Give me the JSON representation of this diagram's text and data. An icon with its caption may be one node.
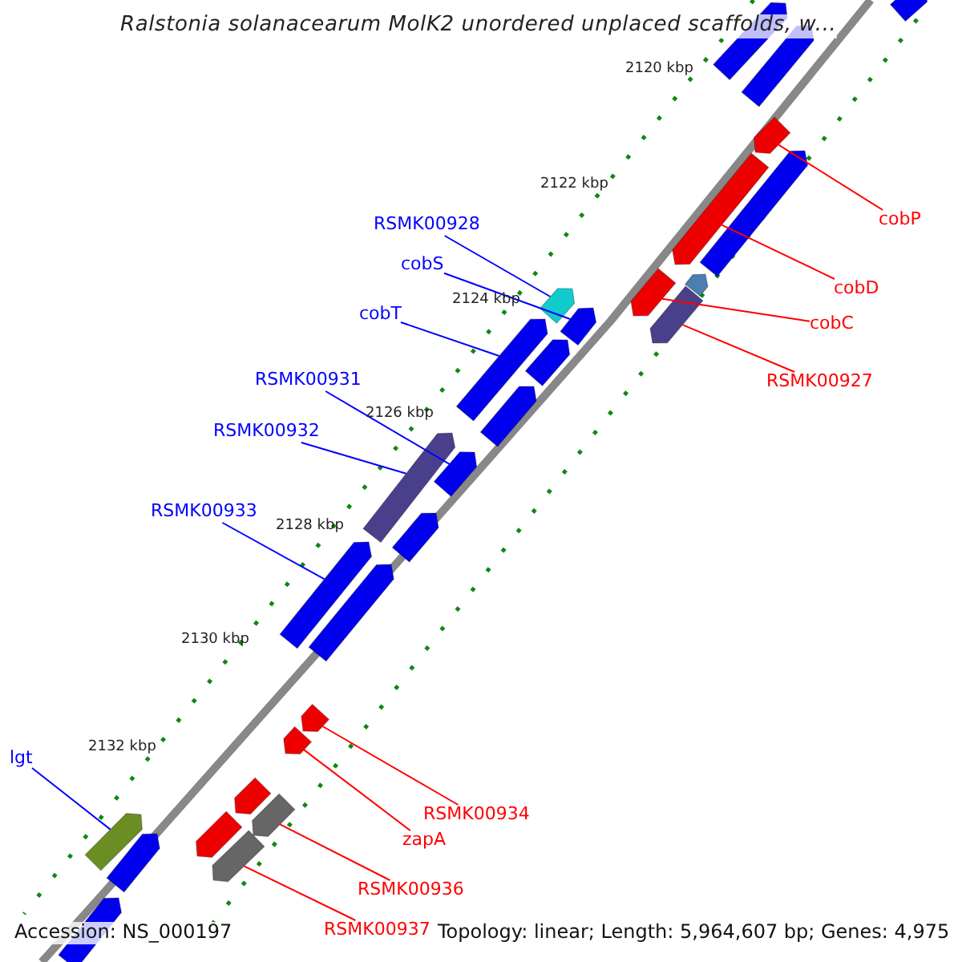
{
  "diagram": {
    "title": "Ralstonia solanacearum MolK2 unordered unplaced scaffolds, w...",
    "nodes": [
      {
        "text": [
          "cobP"
        ]
      },
      {
        "text": [
          "RSMK00928"
        ]
      },
      {
        "text": [
          "cobS"
        ]
      },
      {
        "text": [
          "cobD"
        ]
      },
      {
        "text": [
          "cobT"
        ]
      },
      {
        "text": [
          "cobC"
        ]
      },
      {
        "text": [
          "RSMK00927"
        ]
      },
      {
        "text": [
          "RSMK00931"
        ]
      },
      {
        "text": [
          "RSMK00932"
        ]
      },
      {
        "text": [
          "RSMK00933"
        ]
      },
      {
        "text": [
          "lgt"
        ]
      },
      {
        "text": [
          "RSMK00934"
        ]
      },
      {
        "text": [
          "zapA"
        ]
      },
      {
        "text": [
          "RSMK00936"
        ]
      },
      {
        "text": [
          "RSMK00937"
        ]
      },
      {
        "text": [],
        "shape": "bar"
      },
      {
        "text": [],
        "shape": "bar"
      },
      {
        "text": [],
        "shape": "bar"
      },
      {
        "text": [],
        "shape": "bar"
      },
      {
        "text": [],
        "shape": "bar"
      },
      {
        "text": [],
        "shape": "bar"
      },
      {
        "text": [],
        "shape": "bar"
      },
      {
        "text": [],
        "shape": "bar"
      },
      {
        "text": [],
        "shape": "bar"
      },
      {
        "text": [],
        "shape": "bar"
      },
      {
        "text": [],
        "shape": "bar"
      },
      {
        "text": [],
        "shape": "bar"
      },
      {
        "text": [],
        "shape": "bar"
      },
      {
        "text": [],
        "shape": "bar"
      },
      {
        "text": [],
        "shape": "bar"
      },
      {
        "text": [],
        "shape": "bar"
      },
      {
        "text": [],
        "shape": "bar"
      },
      {
        "text": [],
        "shape": "bar"
      },
      {
        "text": [],
        "shape": "bar"
      },
      {
        "text": [],
        "shape": "bar"
      },
      {
        "text": [],
        "shape": "bar"
      },
      {
        "text": [],
        "shape": "bar"
      },
      {
        "text": [],
        "shape": "bar"
      },
      {
        "text": [],
        "shape": "bar"
      },
      {
        "text": [],
        "shape": "bar"
      },
      {
        "text": [],
        "shape": "bar"
      },
      {
        "text": [],
        "shape": "bar"
      },
      {
        "text": [],
        "shape": "bar"
      }
    ],
    "edges": [
      {
        "from": 0,
        "to": 15,
        "arrow": "none",
        "color": "#ff0000"
      },
      {
        "from": 1,
        "to": 16,
        "arrow": "none",
        "color": "#0000ff"
      },
      {
        "from": 2,
        "to": 17,
        "arrow": "none",
        "color": "#0000ff"
      },
      {
        "from": 3,
        "to": 18,
        "arrow": "none",
        "color": "#ff0000"
      },
      {
        "from": 4,
        "to": 19,
        "arrow": "none",
        "color": "#0000ff"
      },
      {
        "from": 5,
        "to": 20,
        "arrow": "none",
        "color": "#ff0000"
      },
      {
        "from": 6,
        "to": 21,
        "arrow": "none",
        "color": "#ff0000"
      },
      {
        "from": 7,
        "to": 22,
        "arrow": "none",
        "color": "#0000ff"
      },
      {
        "from": 8,
        "to": 23,
        "arrow": "none",
        "color": "#0000ff"
      },
      {
        "from": 9,
        "to": 24,
        "arrow": "none",
        "color": "#0000ff"
      },
      {
        "from": 10,
        "to": 25,
        "arrow": "none",
        "color": "#0000ff"
      },
      {
        "from": 11,
        "to": 26,
        "arrow": "none",
        "color": "#ff0000"
      },
      {
        "from": 12,
        "to": 27,
        "arrow": "none",
        "color": "#ff0000"
      },
      {
        "from": 13,
        "to": 28,
        "arrow": "none",
        "color": "#ff0000"
      },
      {
        "from": 14,
        "to": 29,
        "arrow": "none",
        "color": "#ff0000"
      }
    ],
    "labels": [
      "2120 kbp",
      "2122 kbp",
      "2124 kbp",
      "2126 kbp",
      "2128 kbp",
      "2130 kbp",
      "2132 kbp",
      "Accession: NS_000197",
      "Topology: linear; Length: 5,964,607 bp; Genes: 4,975"
    ]
  }
}
